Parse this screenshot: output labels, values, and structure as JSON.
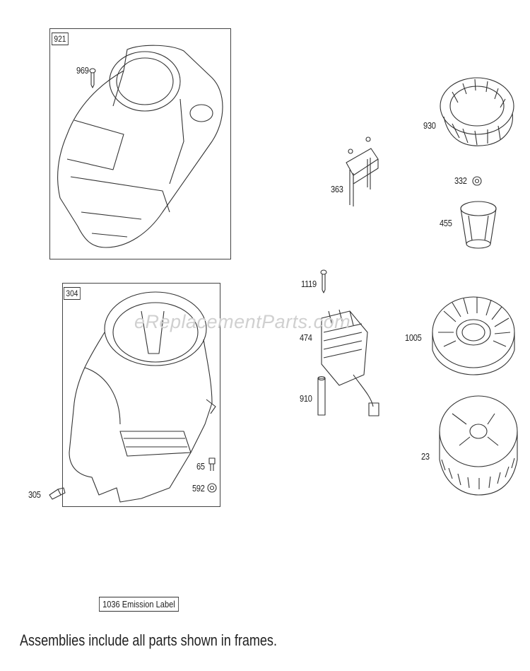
{
  "watermark": "eReplacementParts.com",
  "frames": [
    {
      "tag": "921"
    },
    {
      "tag": "304"
    }
  ],
  "parts": {
    "p969": "969",
    "p305": "305",
    "p65": "65",
    "p592": "592",
    "p363": "363",
    "p1119": "1119",
    "p474": "474",
    "p910": "910",
    "p930": "930",
    "p332": "332",
    "p455": "455",
    "p1005": "1005",
    "p23": "23"
  },
  "emission_label": "1036 Emission Label",
  "footnote": "Assemblies include all parts shown in frames."
}
